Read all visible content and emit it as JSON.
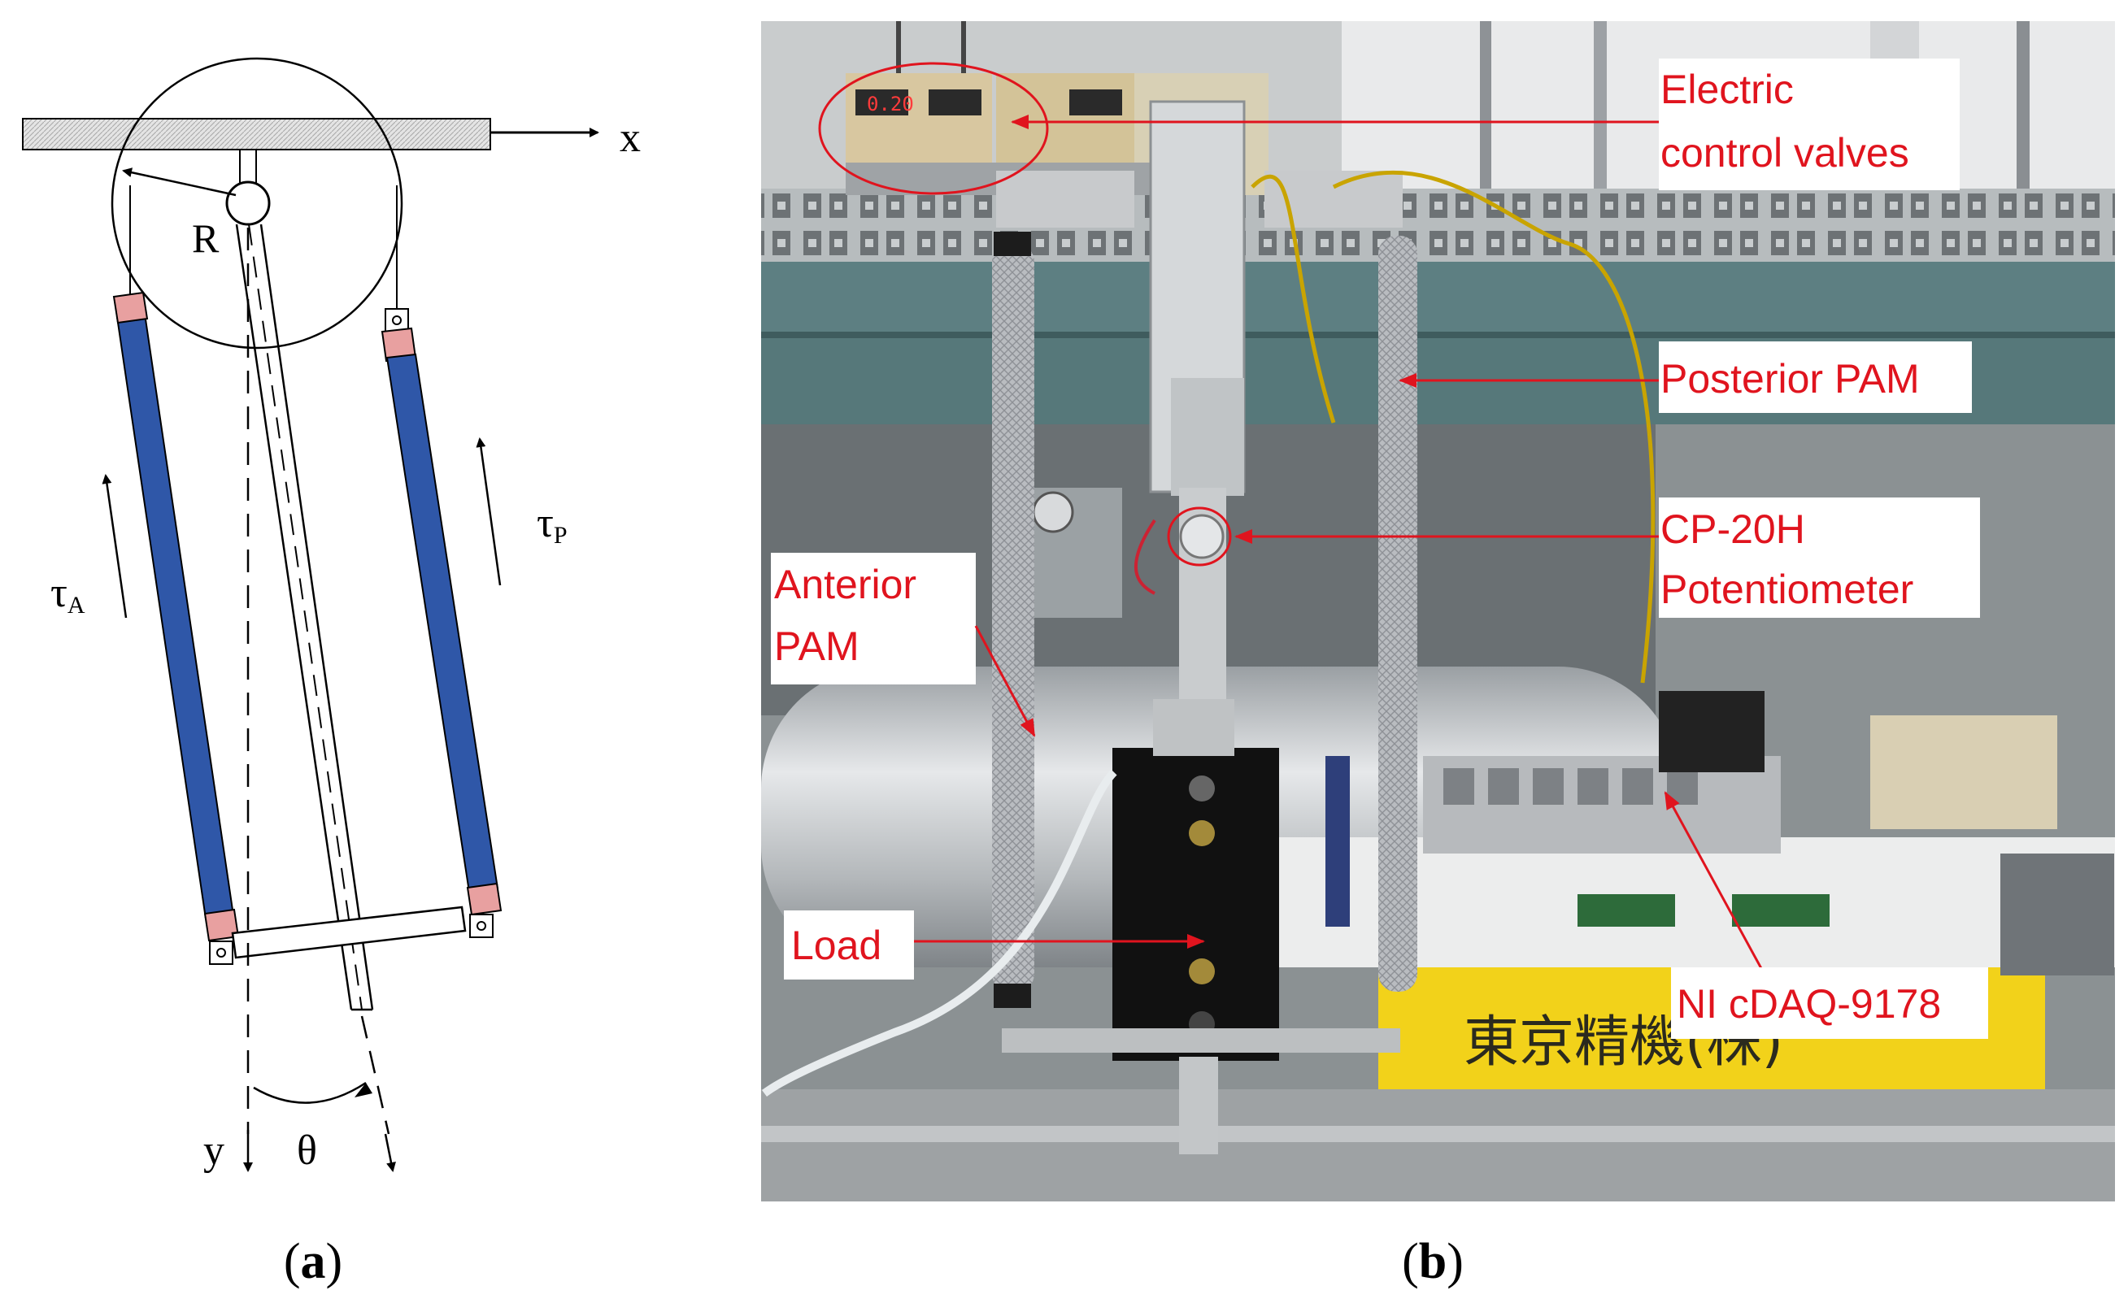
{
  "panel_a": {
    "caption_open": "(",
    "caption_letter": "a",
    "caption_close": ")",
    "axis_x": "x",
    "axis_y": "y",
    "radius": "R",
    "angle": "θ",
    "tau_a_symbol": "τ",
    "tau_a_sub": "A",
    "tau_p_symbol": "τ",
    "tau_p_sub": "P",
    "colors": {
      "pam": "#2f57a8",
      "connector": "#e8a0a0",
      "ground": "#d9d9d9"
    }
  },
  "panel_b": {
    "caption_open": "(",
    "caption_letter": "b",
    "caption_close": ")",
    "callouts": {
      "valves_line1": "Electric",
      "valves_line2": "control valves",
      "posterior": "Posterior PAM",
      "pot_line1": "CP-20H",
      "pot_line2": "Potentiometer",
      "anterior_line1": "Anterior",
      "anterior_line2": "PAM",
      "load": "Load",
      "daq": "NI cDAQ-9178"
    },
    "display_readout": "0.20",
    "crate_text": "東京精機(株)",
    "colors": {
      "callout": "#e0141e",
      "frame": "#5d7f82",
      "crate": "#f2d21a"
    }
  }
}
